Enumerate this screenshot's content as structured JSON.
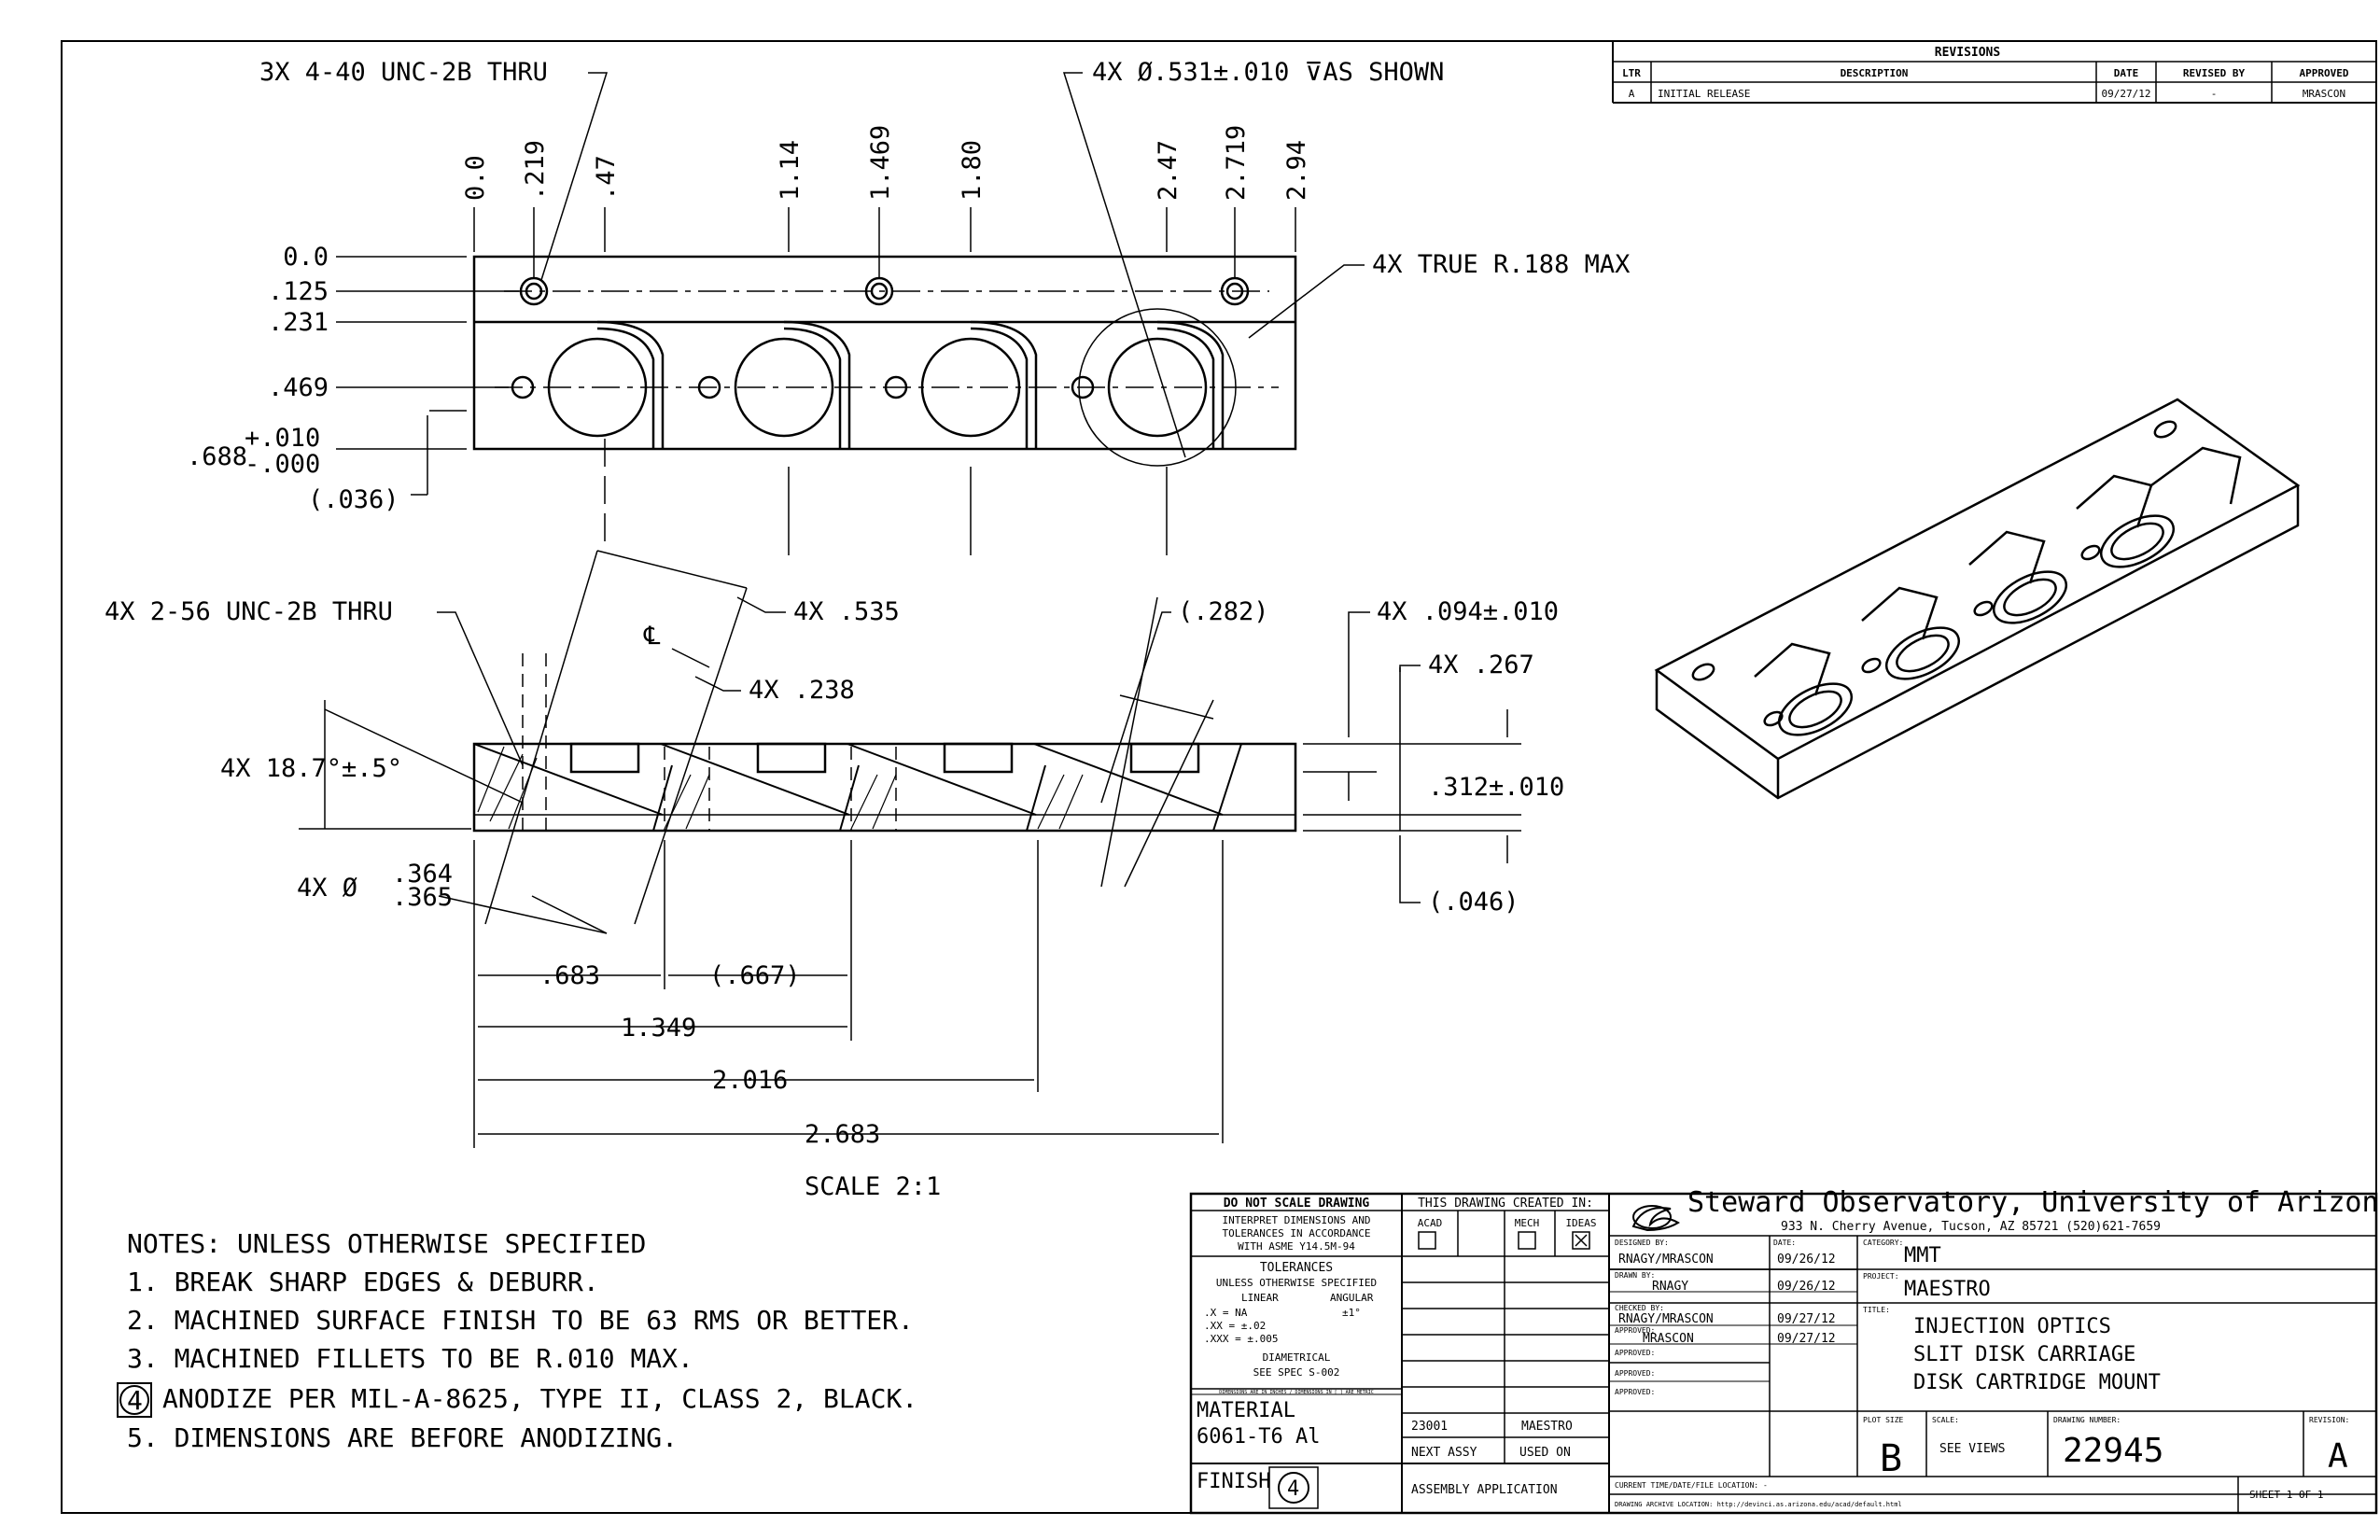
{
  "revisions": {
    "title": "REVISIONS",
    "headers": [
      "LTR",
      "DESCRIPTION",
      "DATE",
      "REVISED BY",
      "APPROVED"
    ],
    "rows": [
      [
        "A",
        "INITIAL RELEASE",
        "09/27/12",
        "-",
        "MRASCON"
      ]
    ]
  },
  "top_view": {
    "callouts": {
      "tapped_holes": "3X 4-40 UNC-2B THRU",
      "bores": "4X Ø.531±.010  ⊽AS SHOWN",
      "radius": "4X TRUE R.188 MAX"
    },
    "x_dims": [
      "0.0",
      ".219",
      ".47",
      "1.14",
      "1.469",
      "1.80",
      "2.47",
      "2.719",
      "2.94"
    ],
    "y_dims": [
      "0.0",
      ".125",
      ".231",
      ".469"
    ],
    "height_dim": ".688",
    "height_tol_plus": "+.010",
    "height_tol_minus": "-.000",
    "ref_dim": "(.036)"
  },
  "side_view": {
    "callouts": {
      "tapped_holes": "4X 2-56 UNC-2B THRU",
      "width_535": "4X .535",
      "width_238": "4X .238",
      "ref_282": "(.282)",
      "depth_094": "4X .094±.010",
      "depth_267": "4X .267",
      "angle": "4X 18.7°±.5°",
      "thickness": ".312±.010",
      "ref_046": "(.046)",
      "dia_prefix": "4X Ø",
      "dia_top": ".364",
      "dia_bottom": ".365",
      "centerline": "℄"
    },
    "dims": [
      ".683",
      "(.667)",
      "1.349",
      "2.016",
      "2.683"
    ],
    "scale": "SCALE 2:1"
  },
  "notes": {
    "header": "NOTES: UNLESS OTHERWISE SPECIFIED",
    "items": [
      "1. BREAK SHARP EDGES & DEBURR.",
      "2. MACHINED SURFACE FINISH TO BE 63 RMS OR BETTER.",
      "3. MACHINED FILLETS TO BE R.010 MAX.",
      "ANODIZE PER MIL-A-8625, TYPE II, CLASS 2, BLACK.",
      "5. DIMENSIONS ARE BEFORE ANODIZING."
    ],
    "flag_number": "4"
  },
  "title_block": {
    "do_not_scale": "DO NOT SCALE DRAWING",
    "interpret_1": "INTERPRET DIMENSIONS AND",
    "interpret_2": "TOLERANCES IN ACCORDANCE",
    "interpret_3": "WITH ASME Y14.5M-94",
    "tolerances": "TOLERANCES",
    "unless": "UNLESS OTHERWISE SPECIFIED",
    "linear": "LINEAR",
    "angular": "ANGULAR",
    "tol_x": ".X    = NA",
    "tol_xx": ".XX  = ±.02",
    "tol_xxx": ".XXX = ±.005",
    "angular_tol": "±1°",
    "diametrical": "DIAMETRICAL",
    "see_spec": "SEE SPEC S-002",
    "units_note": "DIMENSIONS ARE IN INCHES / DIMENSIONS IN [ ] ARE METRIC",
    "material_label": "MATERIAL",
    "material": "6061-T6 Al",
    "finish_label": "FINISH",
    "finish_flag": "4",
    "created_in": "THIS DRAWING CREATED IN:",
    "cad_options": [
      "ACAD",
      "MECH",
      "IDEAS"
    ],
    "next_assy_value": "23001",
    "used_on_value": "MAESTRO",
    "next_assy": "NEXT ASSY",
    "used_on": "USED ON",
    "assembly_application": "ASSEMBLY APPLICATION",
    "org_name": "Steward Observatory, University of Arizona",
    "org_address": "933 N. Cherry Avenue, Tucson, AZ  85721   (520)621-7659",
    "designed_by_label": "DESIGNED BY:",
    "designed_by": "RNAGY/MRASCON",
    "date_label": "DATE:",
    "designed_date": "09/26/12",
    "drawn_by_label": "DRAWN BY:",
    "drawn_by": "RNAGY",
    "drawn_date": "09/26/12",
    "checked_by_label": "CHECKED BY:",
    "checked_by": "RNAGY/MRASCON",
    "checked_date": "09/27/12",
    "approved_label": "APPROVED:",
    "approved_by": "MRASCON",
    "approved_date": "09/27/12",
    "category_label": "CATEGORY:",
    "category": "MMT",
    "project_label": "PROJECT:",
    "project": "MAESTRO",
    "title_label": "TITLE:",
    "title_lines": [
      "INJECTION OPTICS",
      "SLIT DISK CARRIAGE",
      "DISK CARTRIDGE MOUNT"
    ],
    "plot_size_label": "PLOT SIZE",
    "plot_size": "B",
    "scale_label": "SCALE:",
    "scale": "SEE VIEWS",
    "drawing_number_label": "DRAWING NUMBER:",
    "drawing_number": "22945",
    "revision_label": "REVISION:",
    "revision": "A",
    "current_time": "CURRENT TIME/DATE/FILE LOCATION: -",
    "archive": "DRAWING ARCHIVE LOCATION: http://devinci.as.arizona.edu/acad/default.html",
    "sheet": "SHEET 1 OF 1"
  }
}
